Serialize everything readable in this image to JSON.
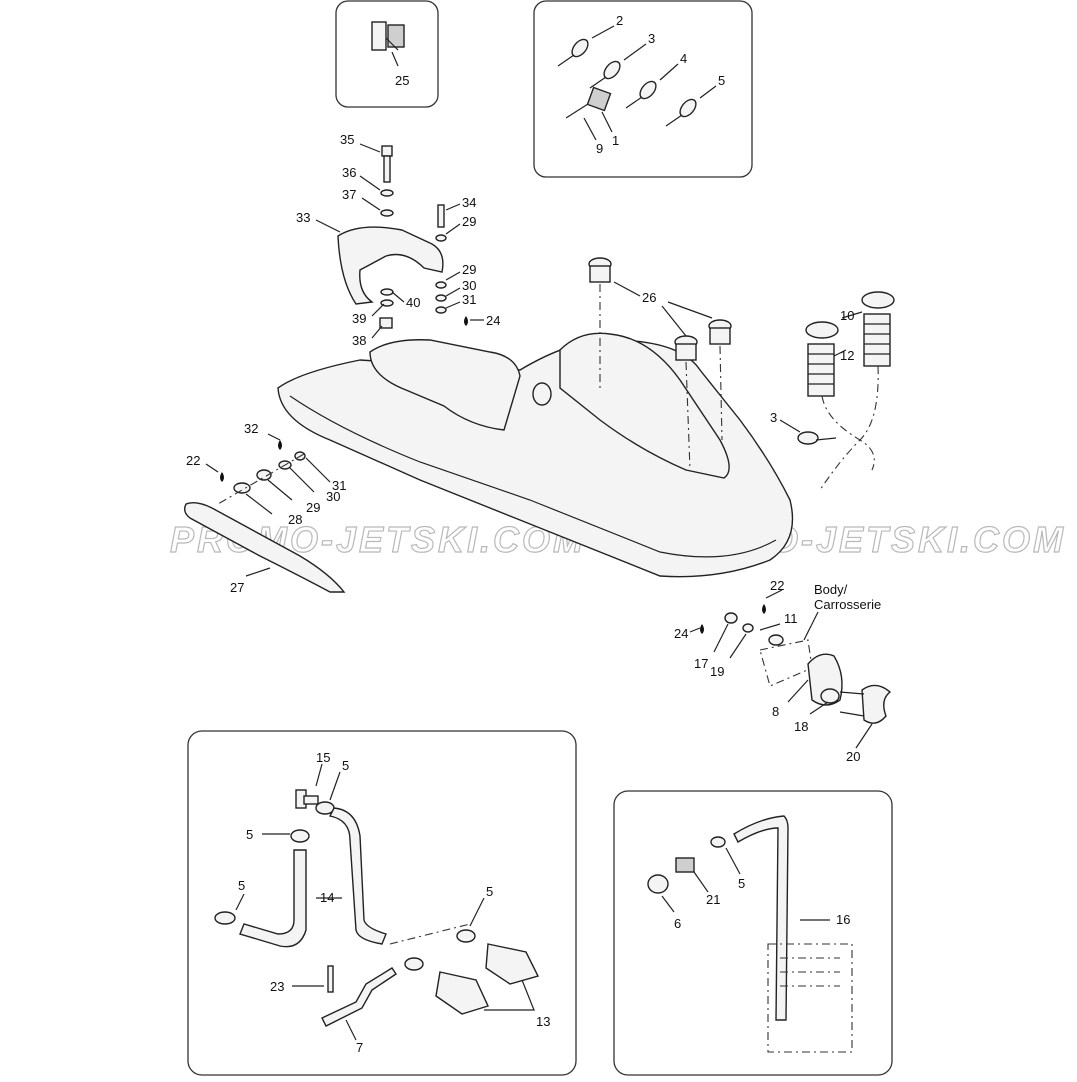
{
  "watermark": "PROMO-JETSKI.COM",
  "callouts": {
    "c1": "1",
    "c2": "2",
    "c3": "3",
    "c4": "4",
    "c5": "5",
    "c9": "9",
    "c25": "25",
    "c35": "35",
    "c36": "36",
    "c37": "37",
    "c33": "33",
    "c34": "34",
    "c29a": "29",
    "c29b": "29",
    "c30a": "30",
    "c31a": "31",
    "c24a": "24",
    "c40": "40",
    "c39": "39",
    "c38": "38",
    "c26": "26",
    "c10": "10",
    "c12": "12",
    "c3b": "3",
    "c32": "32",
    "c22a": "22",
    "c31b": "31",
    "c30b": "30",
    "c29c": "29",
    "c28": "28",
    "c27": "27",
    "c22b": "22",
    "c24b": "24",
    "c11": "11",
    "c17": "17",
    "c19": "19",
    "c8": "8",
    "c18": "18",
    "c20": "20",
    "c15": "15",
    "c5a": "5",
    "c5b": "5",
    "c5c": "5",
    "c5d": "5",
    "c14": "14",
    "c23": "23",
    "c7": "7",
    "c13": "13",
    "c16": "16",
    "c5e": "5",
    "c21": "21",
    "c6": "6"
  },
  "body_label": {
    "line1": "Body/",
    "line2": "Carrosserie"
  }
}
